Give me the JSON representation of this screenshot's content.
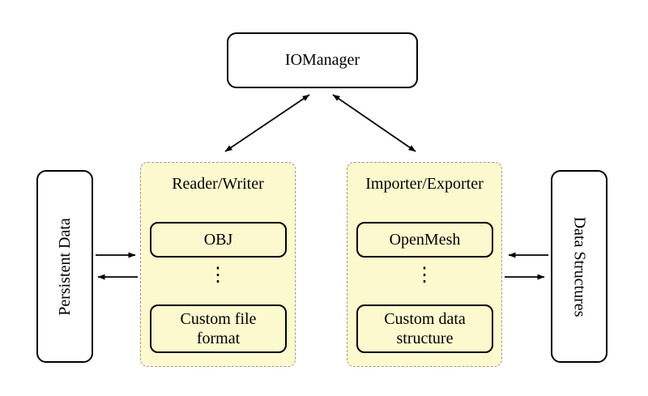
{
  "colors": {
    "background": "#ffffff",
    "group_fill": "#fcf9ce",
    "group_border": "#9a9a9a",
    "node_border": "#000000",
    "arrow": "#000000"
  },
  "nodes": {
    "iomanager": "IOManager",
    "persistent_data": "Persistent Data",
    "data_structures": "Data Structures"
  },
  "groups": {
    "reader_writer": {
      "title": "Reader/Writer",
      "top_item": "OBJ",
      "dots": "⋮",
      "bottom_item": "Custom file format"
    },
    "importer_exporter": {
      "title": "Importer/Exporter",
      "top_item": "OpenMesh",
      "dots": "⋮",
      "bottom_item": "Custom data structure"
    }
  }
}
